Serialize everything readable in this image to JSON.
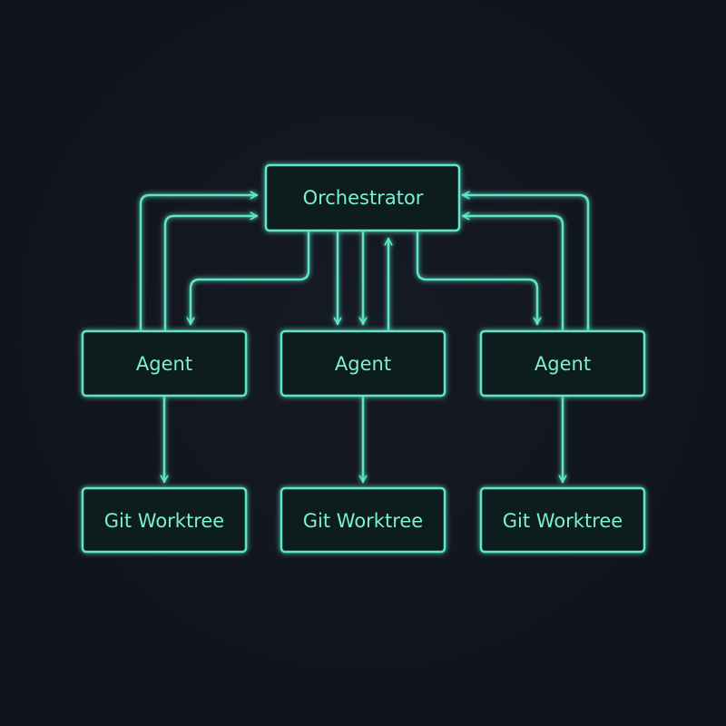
{
  "theme": {
    "background": "#11151f",
    "accent": "#5fe6c8",
    "text": "#7af0d4"
  },
  "nodes": {
    "orchestrator": "Orchestrator",
    "agents": [
      "Agent",
      "Agent",
      "Agent"
    ],
    "worktrees": [
      "Git Worktree",
      "Git Worktree",
      "Git Worktree"
    ]
  }
}
